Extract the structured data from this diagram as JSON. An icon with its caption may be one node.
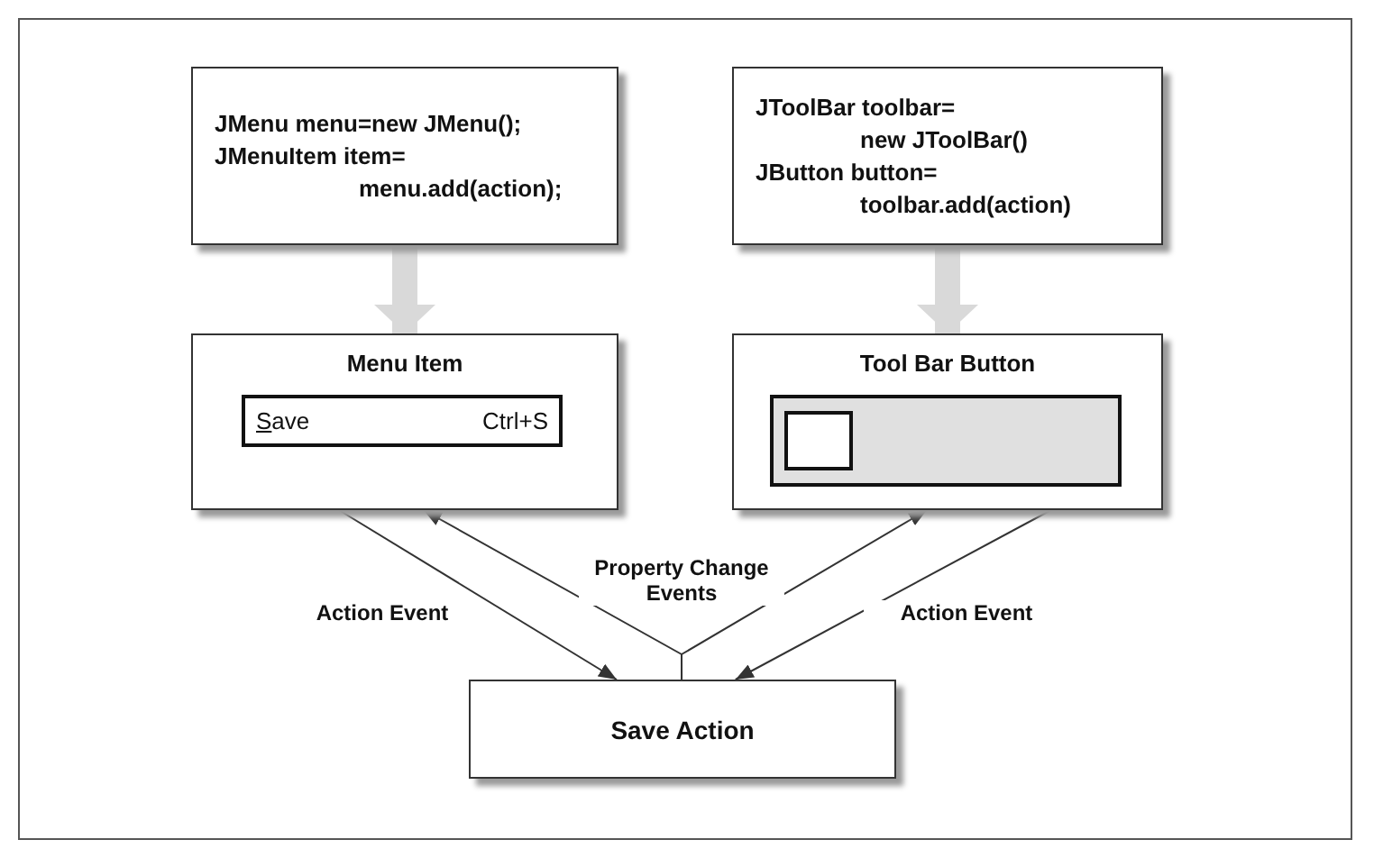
{
  "diagram": {
    "nodes": [
      {
        "text": [
          "JMenu menu=new JMenu();",
          "JMenuItem item=",
          "menu.add(action);"
        ]
      },
      {
        "text": [
          "Menu Item"
        ]
      },
      {
        "text": [
          "Save",
          "Ctrl+S"
        ],
        "in": 1
      },
      {
        "text": [
          "JToolBar toolbar=",
          "new JToolBar()",
          "JButton button=",
          "toolbar.add(action)"
        ]
      },
      {
        "text": [
          "Tool Bar Button"
        ]
      },
      {
        "text": [],
        "shape": "bar",
        "in": 4
      },
      {
        "text": [],
        "shape": "box",
        "in": 5
      },
      {
        "text": [
          "Save Action"
        ]
      }
    ],
    "edges": [
      {
        "from": 0,
        "to": 1,
        "arrow": "to",
        "style": "thick",
        "color": "#d9d9d9"
      },
      {
        "from": 3,
        "to": 4,
        "arrow": "to",
        "style": "thick",
        "color": "#d9d9d9"
      },
      {
        "from": 1,
        "to": 7,
        "arrow": "to",
        "label": "Action Event"
      },
      {
        "from": 7,
        "to": 1,
        "arrow": "to",
        "label": "Property Change Events"
      },
      {
        "from": 7,
        "to": 4,
        "arrow": "to"
      },
      {
        "from": 4,
        "to": 7,
        "arrow": "to",
        "label": "Action Event"
      }
    ]
  }
}
